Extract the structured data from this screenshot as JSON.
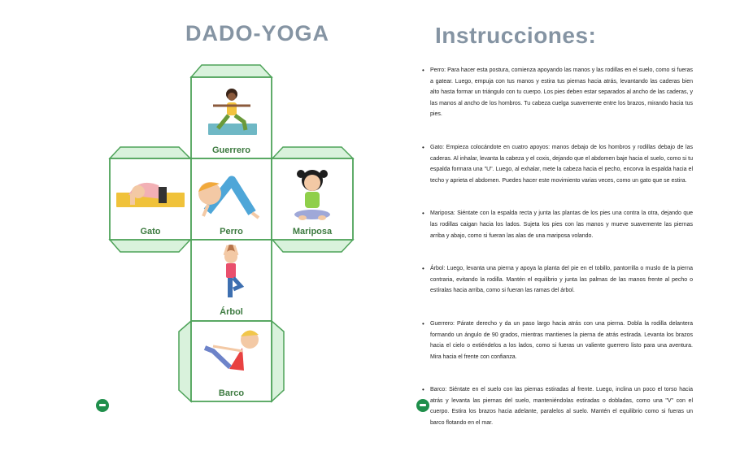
{
  "left_page": {
    "title": "DADO-YOGA",
    "faces": {
      "top": "Guerrero",
      "left": "Gato",
      "center": "Perro",
      "right": "Mariposa",
      "lower": "Árbol",
      "bottom": "Barco"
    }
  },
  "right_page": {
    "title": "Instrucciones:",
    "items": [
      "Perro: Para hacer esta postura, comienza apoyando las manos y las rodillas en el suelo, como si fueras a gatear. Luego, empuja con tus manos y estira tus piernas hacia atrás, levantando las caderas bien alto hasta formar un triángulo con tu cuerpo. Los pies deben estar separados al ancho de las caderas, y las manos al ancho de los hombros. Tu cabeza cuelga suavemente entre los brazos, mirando hacia tus pies.",
      "Gato: Empieza colocándote en cuatro apoyos: manos debajo de los hombros y rodillas debajo de las caderas. Al inhalar, levanta la cabeza y el coxis, dejando que el abdomen baje hacia el suelo, como si tu espalda formara una \"U\". Luego, al exhalar, mete la cabeza hacia el pecho, encorva la espalda hacia el techo y aprieta el abdomen. Puedes hacer este movimiento varias veces, como un gato que se estira.",
      "Mariposa: Siéntate con la espalda recta y junta las plantas de los pies una contra la otra, dejando que las rodillas caigan hacia los lados. Sujeta los pies con las manos y mueve suavemente las piernas arriba y abajo, como si fueran las alas de una mariposa volando.",
      "Árbol: Luego, levanta una pierna y apoya la planta del pie en el tobillo, pantorrilla o muslo de la pierna contraria, evitando la rodilla. Mantén el equilibrio y junta las palmas de las manos frente al pecho o estíralas hacia arriba, como si fueran las ramas del árbol.",
      "Guerrero: Párate derecho y da un paso largo hacia atrás con una pierna. Dobla la rodilla delantera formando un ángulo de 90 grados, mientras mantienes la pierna de atrás estirada. Levanta los brazos hacia el cielo o extiéndelos a los lados, como si fueras un valiente guerrero listo para una aventura. Mira hacia el frente con confianza.",
      "Barco: Siéntate en el suelo con las piernas estiradas al frente. Luego, inclina un poco el torso hacia atrás y levanta las piernas del suelo, manteniéndolas estiradas o dobladas, como una \"V\" con el cuerpo. Estira los brazos hacia adelante, paralelos al suelo. Mantén el equilibrio como si fueras un barco flotando en el mar."
    ]
  },
  "colors": {
    "title": "#8594a3",
    "tab_fill": "#d9f2dc",
    "border": "#4fa35a",
    "label": "#3c7a3f",
    "page_icon": "#1f8f4b"
  },
  "icons": {
    "page_marker": "leaf-badge-icon"
  }
}
